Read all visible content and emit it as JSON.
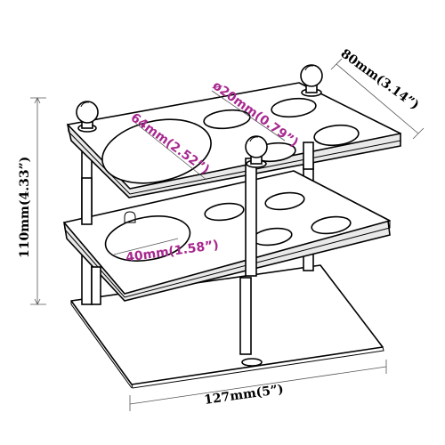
{
  "dimensions": {
    "depth": "80mm(3.14”)",
    "hole_small": "ø20mm(0.79”)",
    "hole_large": "64mm(2.52”)",
    "height": "110mm(4.33”)",
    "hole_middle": "40mm(1.58”)",
    "width": "127mm(5”)"
  },
  "colors": {
    "line": "#000000",
    "highlight": "#a8288f"
  }
}
